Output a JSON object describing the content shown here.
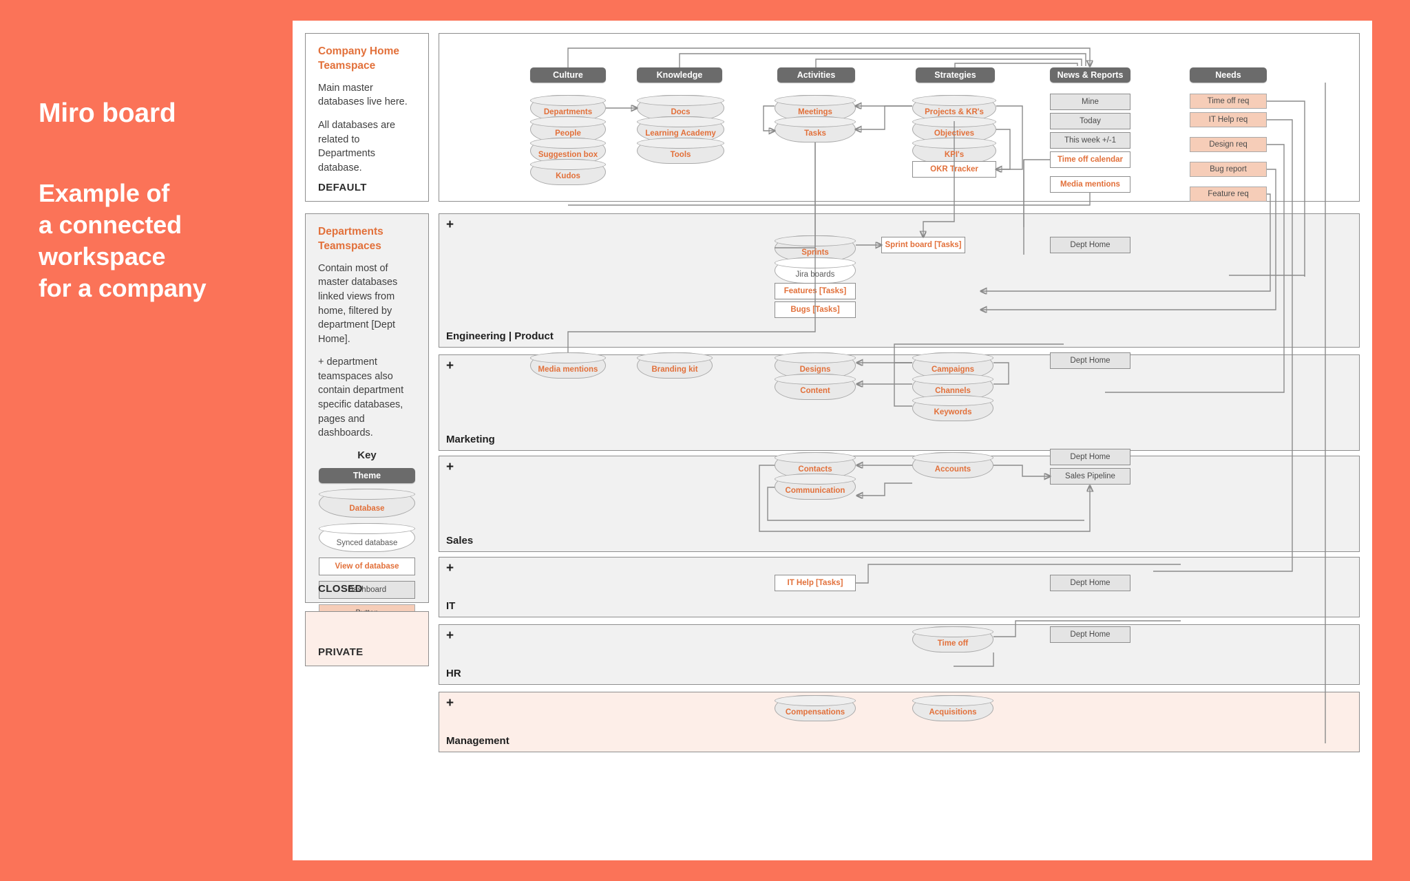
{
  "headline": {
    "line1": "Miro board",
    "line2": "Example of\na connected\nworkspace\nfor a company"
  },
  "sidebar": {
    "cards": [
      {
        "title": "Company Home\nTeamspace",
        "paragraphs": [
          "Main master databases live here.",
          "All databases are related to Departments database."
        ],
        "footer": "DEFAULT"
      },
      {
        "title": "Departments\nTeamspaces",
        "paragraphs": [
          "Contain most of master databases linked views from home, filtered by department [Dept Home].",
          "+ department teamspaces also contain department specific databases, pages and dashboards."
        ],
        "footer": "CLOSED"
      },
      {
        "title": "",
        "paragraphs": [],
        "footer": "PRIVATE"
      }
    ],
    "key": {
      "heading": "Key",
      "items": [
        {
          "label": "Theme",
          "kind": "theme"
        },
        {
          "label": "Database",
          "kind": "db"
        },
        {
          "label": "Synced database",
          "kind": "synced"
        },
        {
          "label": "View of database",
          "kind": "viewdb"
        },
        {
          "label": "Dashboard",
          "kind": "dash"
        },
        {
          "label": "Button",
          "kind": "btn"
        }
      ]
    }
  },
  "home": {
    "themes": [
      "Culture",
      "Knowledge",
      "Activities",
      "Strategies",
      "News & Reports",
      "Needs"
    ],
    "culture": [
      "Departments",
      "People",
      "Suggestion box",
      "Kudos"
    ],
    "knowledge": [
      "Docs",
      "Learning Academy",
      "Tools"
    ],
    "activities": [
      "Meetings",
      "Tasks"
    ],
    "strategies_db": [
      "Projects & KR's",
      "Objectives",
      "KPI's"
    ],
    "strategies_view": [
      "OKR Tracker"
    ],
    "news_dash": [
      "Mine",
      "Today",
      "This week +/-1"
    ],
    "news_view": [
      "Time off calendar",
      "Media mentions"
    ],
    "needs_buttons": [
      "Time off req",
      "IT Help req",
      "Design req",
      "Bug report",
      "Feature req"
    ]
  },
  "departments": [
    {
      "name": "Engineering | Product",
      "plus": "+",
      "databases": [
        "Sprints"
      ],
      "synced": [
        "Jira boards"
      ],
      "views": [
        "Sprint board [Tasks]",
        "Features [Tasks]",
        "Bugs [Tasks]"
      ],
      "dashboards": [
        "Dept Home"
      ]
    },
    {
      "name": "Marketing",
      "plus": "+",
      "databases": [
        "Media mentions",
        "Branding kit",
        "Designs",
        "Content",
        "Campaigns",
        "Channels",
        "Keywords"
      ],
      "synced": [],
      "views": [],
      "dashboards": [
        "Dept Home"
      ]
    },
    {
      "name": "Sales",
      "plus": "+",
      "databases": [
        "Contacts",
        "Communication",
        "Accounts"
      ],
      "synced": [],
      "views": [],
      "dashboards": [
        "Dept Home",
        "Sales Pipeline"
      ]
    },
    {
      "name": "IT",
      "plus": "+",
      "databases": [],
      "synced": [],
      "views": [
        "IT Help [Tasks]"
      ],
      "dashboards": [
        "Dept Home"
      ]
    },
    {
      "name": "HR",
      "plus": "+",
      "databases": [
        "Time off"
      ],
      "synced": [],
      "views": [],
      "dashboards": [
        "Dept Home"
      ]
    },
    {
      "name": "Management",
      "plus": "+",
      "databases": [
        "Compensations",
        "Acquisitions"
      ],
      "synced": [],
      "views": [],
      "dashboards": []
    }
  ],
  "colors": {
    "background": "#fb7358",
    "accent_text": "#e2703a",
    "theme_fill": "#6b6b6b",
    "database_fill": "#e9e9e9",
    "button_fill": "#f6cdb8",
    "panel_fill": "#f1f1f1",
    "private_fill": "#fdeee8",
    "border": "#8d8d8d"
  }
}
